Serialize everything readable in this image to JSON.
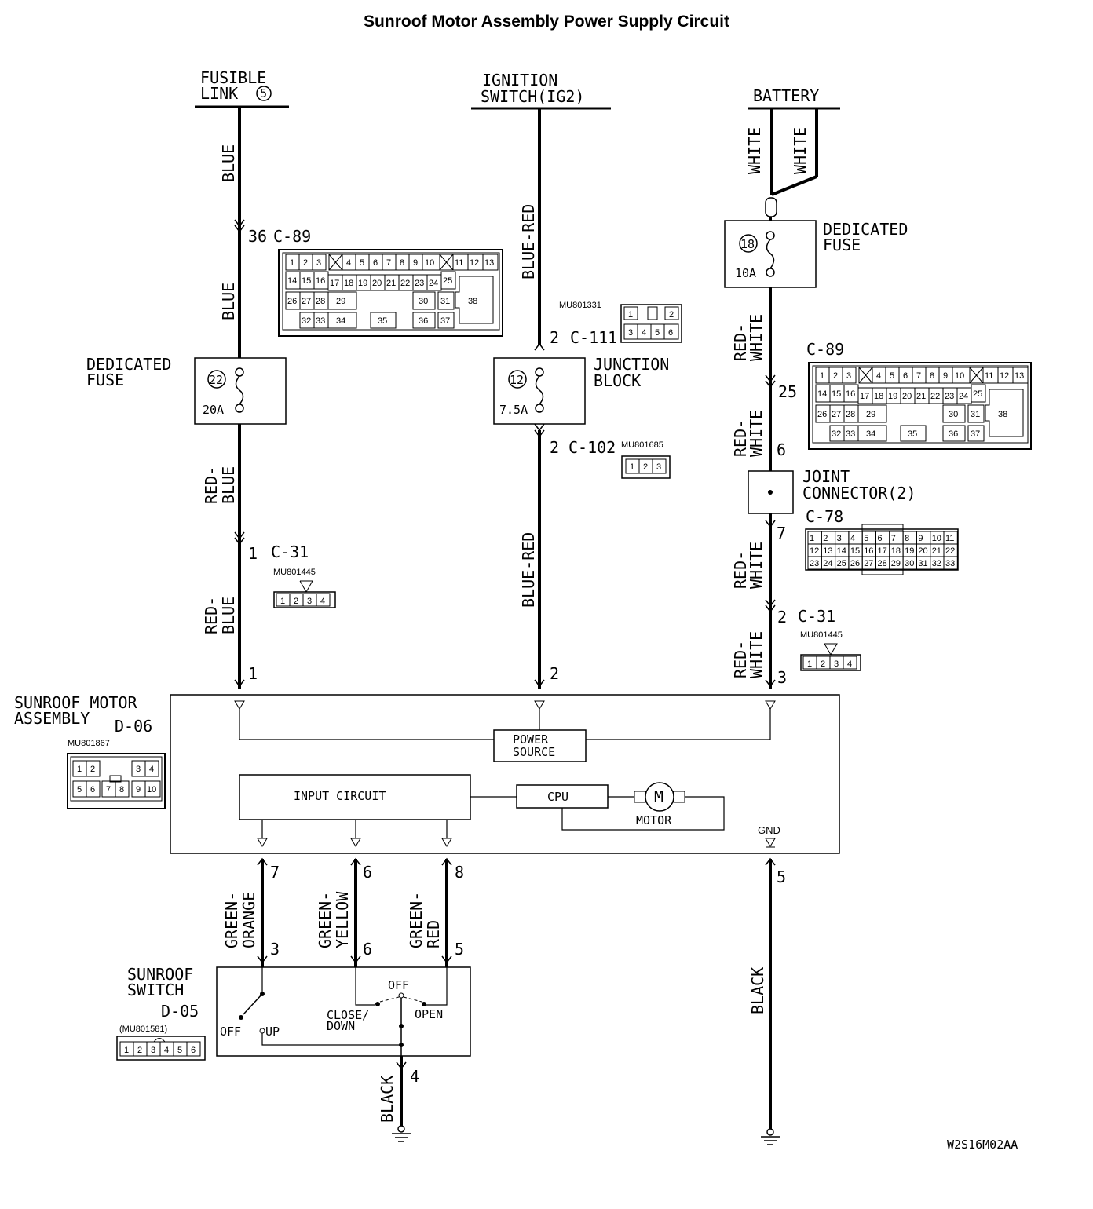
{
  "title": "Sunroof Motor Assembly Power Supply Circuit",
  "diagram_id": "W2S16M02AA",
  "sources": {
    "fusible_link": [
      "FUSIBLE",
      "LINK"
    ],
    "fusible_link_num": "5",
    "ignition": [
      "IGNITION",
      "SWITCH(IG2)"
    ],
    "battery": "BATTERY"
  },
  "fuses": {
    "left": {
      "label": [
        "DEDICATED",
        "FUSE"
      ],
      "num": "22",
      "amp": "20A"
    },
    "center": {
      "label": [
        "JUNCTION",
        "BLOCK"
      ],
      "num": "12",
      "amp": "7.5A"
    },
    "right": {
      "label": [
        "DEDICATED",
        "FUSE"
      ],
      "num": "18",
      "amp": "10A"
    }
  },
  "wires": {
    "blue": "BLUE",
    "blue_red": "BLUE-RED",
    "white": "WHITE",
    "red_blue": [
      "RED-",
      "BLUE"
    ],
    "red_white": [
      "RED-",
      "WHITE"
    ],
    "green_orange": [
      "GREEN-",
      "ORANGE"
    ],
    "green_yellow": [
      "GREEN-",
      "YELLOW"
    ],
    "green_red": [
      "GREEN-",
      "RED"
    ],
    "black": "BLACK"
  },
  "connectors": {
    "c89": "C-89",
    "c89_pin_left": "36",
    "c89_pin_right": "25",
    "c111": "C-111",
    "c111_pin": "2",
    "c102": "C-102",
    "c102_pin": "2",
    "c31": "C-31",
    "c31_pin_left": "1",
    "c31_pin_right": "2",
    "joint_label": [
      "JOINT",
      "CONNECTOR(2)"
    ],
    "joint_pin_in": "6",
    "joint_pin_out": "7",
    "c78": "C-78",
    "mu_c111": "MU801331",
    "mu_c102": "MU801685",
    "mu_c31": "MU801445",
    "mu_d06": "MU801867",
    "mu_d05": "(MU801581)"
  },
  "assembly": {
    "name": [
      "SUNROOF MOTOR",
      "ASSEMBLY"
    ],
    "code": "D-06",
    "power_source": [
      "POWER",
      "SOURCE"
    ],
    "input_circuit": "INPUT CIRCUIT",
    "cpu": "CPU",
    "motor_label": "MOTOR",
    "motor_symbol": "M",
    "gnd": "GND",
    "pins_top": [
      "1",
      "2",
      "3"
    ],
    "pins_bottom": [
      "7",
      "6",
      "8",
      "5"
    ]
  },
  "switch": {
    "name": [
      "SUNROOF",
      "SWITCH"
    ],
    "code": "D-05",
    "pins": [
      "3",
      "6",
      "5",
      "4"
    ],
    "off_left": "OFF",
    "up": "UP",
    "off_top": "OFF",
    "close_down": [
      "CLOSE/",
      "DOWN"
    ],
    "open": "OPEN"
  },
  "c89_grid": {
    "row1": [
      "1",
      "2",
      "3",
      "4",
      "5",
      "6",
      "7",
      "8",
      "9",
      "10",
      "11",
      "12",
      "13"
    ],
    "row2": [
      "14",
      "15",
      "16",
      "17",
      "18",
      "19",
      "20",
      "21",
      "22",
      "23",
      "24",
      "25"
    ],
    "row3": [
      "26",
      "27",
      "28",
      "29",
      "30",
      "31"
    ],
    "row4": [
      "32",
      "33",
      "34",
      "35",
      "36",
      "37"
    ],
    "big": "38"
  },
  "c111_grid": {
    "row1": [
      "1",
      "2"
    ],
    "row2": [
      "3",
      "4",
      "5",
      "6"
    ]
  },
  "c102_grid": [
    "1",
    "2",
    "3"
  ],
  "c31_grid": [
    "1",
    "2",
    "3",
    "4"
  ],
  "c78_grid": {
    "row1": [
      "1",
      "2",
      "3",
      "4",
      "5",
      "6",
      "7",
      "8",
      "9",
      "10",
      "11"
    ],
    "row2": [
      "12",
      "13",
      "14",
      "15",
      "16",
      "17",
      "18",
      "19",
      "20",
      "21",
      "22"
    ],
    "row3": [
      "23",
      "24",
      "25",
      "26",
      "27",
      "28",
      "29",
      "30",
      "31",
      "32",
      "33"
    ]
  },
  "d06_grid": {
    "row1": [
      "1",
      "2",
      "3",
      "4"
    ],
    "row2": [
      "5",
      "6",
      "7",
      "8",
      "9",
      "10"
    ]
  },
  "d05_grid": [
    "1",
    "2",
    "3",
    "4",
    "5",
    "6"
  ]
}
